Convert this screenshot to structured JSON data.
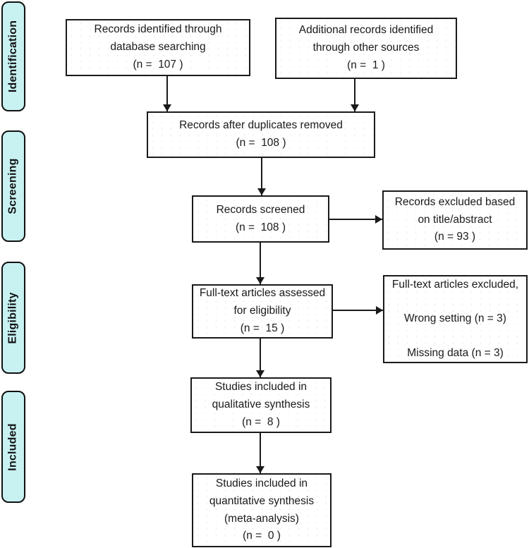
{
  "sidebar": {
    "labels": [
      "Identification",
      "Screening",
      "Eligibility",
      "Included"
    ]
  },
  "boxes": {
    "database_search": "Records identified through\ndatabase searching\n(n =  107 )",
    "other_sources": "Additional records identified\nthrough other sources\n(n =  1 )",
    "duplicates_removed": "Records after duplicates removed\n(n =  108 )",
    "records_screened": "Records screened\n(n =  108 )",
    "records_excluded": "Records excluded based\non title/abstract\n(n = 93 )",
    "fulltext_assessed": "Full-text articles assessed\nfor eligibility\n(n =  15 )",
    "fulltext_excluded": "Full-text articles excluded,\n\nWrong setting (n = 3)\n\nMissing data (n = 3)",
    "qualitative_synthesis": "Studies included in\nqualitative synthesis\n(n =  8 )",
    "quantitative_synthesis": "Studies included in\nquantitative synthesis\n(meta-analysis)\n(n =  0 )"
  },
  "colors": {
    "stage_fill": "#c8f1f2",
    "line": "#1a1a1a",
    "box_background": "#ffffff"
  }
}
